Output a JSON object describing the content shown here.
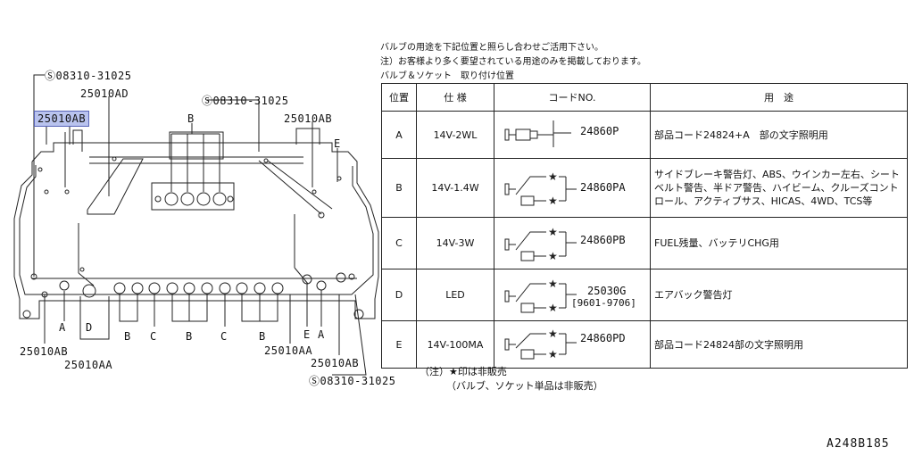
{
  "header_notes": {
    "line1": "バルブの用途を下記位置と照らし合わせご活用下さい。",
    "line2": "注）お客様より多く要望されている用途のみを掲載しております。",
    "line3": "バルブ＆ソケット　取り付け位置"
  },
  "diagram_labels": {
    "screw_top_left": "Ⓢ08310-31025",
    "part_ad": "25010AD",
    "part_ab_highlight": "25010AB",
    "screw_top_mid": "Ⓢ08310-31025",
    "part_ab_top_right": "25010AB",
    "pos_b_top": "B",
    "pos_e_top": "E",
    "pos_a_left": "A",
    "pos_d": "D",
    "pos_b1": "B",
    "pos_c1": "C",
    "pos_b2": "B",
    "pos_c2": "C",
    "pos_b3": "B",
    "pos_e_right": "E",
    "pos_a_right": "A",
    "part_ab_bottom_left": "25010AB",
    "part_aa_bottom_left": "25010AA",
    "part_aa_bottom_right": "25010AA",
    "part_ab_bottom_right": "25010AB",
    "screw_bottom": "Ⓢ08310-31025"
  },
  "table": {
    "headers": [
      "位置",
      "仕 様",
      "コードNO.",
      "用　途"
    ],
    "rows": [
      {
        "pos": "A",
        "spec": "14V-2WL",
        "code": "24860P",
        "code_sub": "",
        "use": "部品コード24824+A　部の文字照明用"
      },
      {
        "pos": "B",
        "spec": "14V-1.4W",
        "code": "24860PA",
        "code_sub": "",
        "use": "サイドブレーキ警告灯、ABS、ウインカー左右、シートベルト警告、半ドア警告、ハイビーム、クルーズコントロール、アクティブサス、HICAS、4WD、TCS等"
      },
      {
        "pos": "C",
        "spec": "14V-3W",
        "code": "24860PB",
        "code_sub": "",
        "use": "FUEL残量、バッテリCHG用"
      },
      {
        "pos": "D",
        "spec": "LED",
        "code": "25030G",
        "code_sub": "[9601-9706]",
        "use": "エアバック警告灯"
      },
      {
        "pos": "E",
        "spec": "14V-100MA",
        "code": "24860PD",
        "code_sub": "",
        "use": "部品コード24824部の文字照明用"
      }
    ]
  },
  "footnote": {
    "line1": "（注）★印は非販売",
    "line2": "（バルブ、ソケット単品は非販売）"
  },
  "reference_code": "A248B185"
}
